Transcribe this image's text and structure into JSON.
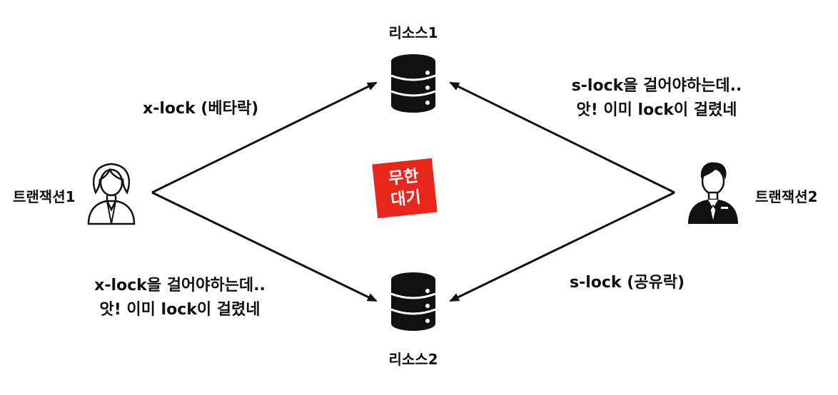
{
  "resources": {
    "top_label": "리소스1",
    "bottom_label": "리소스2"
  },
  "transactions": {
    "left_label": "트랜잭션1",
    "right_label": "트랜잭션2"
  },
  "locks": {
    "tx1_to_res1": "x-lock (베타락)",
    "tx2_to_res2": "s-lock (공유락)"
  },
  "notes": {
    "tx2_line1": "s-lock을 걸어야하는데..",
    "tx2_line2": "앗! 이미 lock이 걸렸네",
    "tx1_line1": "x-lock을 걸어야하는데..",
    "tx1_line2": "앗! 이미 lock이 걸렸네"
  },
  "deadlock_stamp": {
    "line1": "무한",
    "line2": "대기",
    "color": "#e8261c"
  },
  "icons": {
    "resource_icon": "database-icon",
    "tx1_icon": "woman-user-icon",
    "tx2_icon": "businessman-icon"
  }
}
